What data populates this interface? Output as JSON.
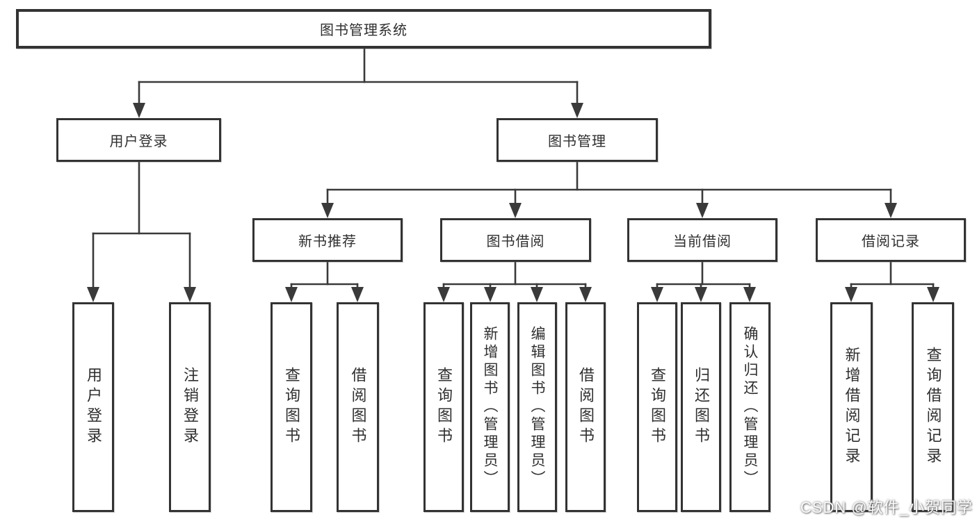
{
  "root": {
    "label": "图书管理系统"
  },
  "level2": {
    "user_login": "用户登录",
    "book_management": "图书管理"
  },
  "level3": {
    "new_book_recommend": "新书推荐",
    "book_borrowing": "图书借阅",
    "current_borrowing": "当前借阅",
    "borrowing_records": "借阅记录"
  },
  "leaves": {
    "user_login": "用户登录",
    "logout_login": "注销登录",
    "recommend_query_books": "查询图书",
    "recommend_borrow_books": "借阅图书",
    "borrowing_query_books": "查询图书",
    "borrowing_add_books_admin": "新增图书（管理员）",
    "borrowing_edit_books_admin": "编辑图书（管理员）",
    "borrowing_borrow_books": "借阅图书",
    "current_query_books": "查询图书",
    "current_return_books": "归还图书",
    "current_confirm_return_admin": "确认归还（管理员）",
    "records_add_record": "新增借阅记录",
    "records_query_record": "查询借阅记录"
  },
  "watermark": "CSDN @软件_小贺同学",
  "colors": {
    "line": "#3a3a3a",
    "box_border": "#333333",
    "text": "#2f2f2f",
    "background": "#ffffff"
  }
}
